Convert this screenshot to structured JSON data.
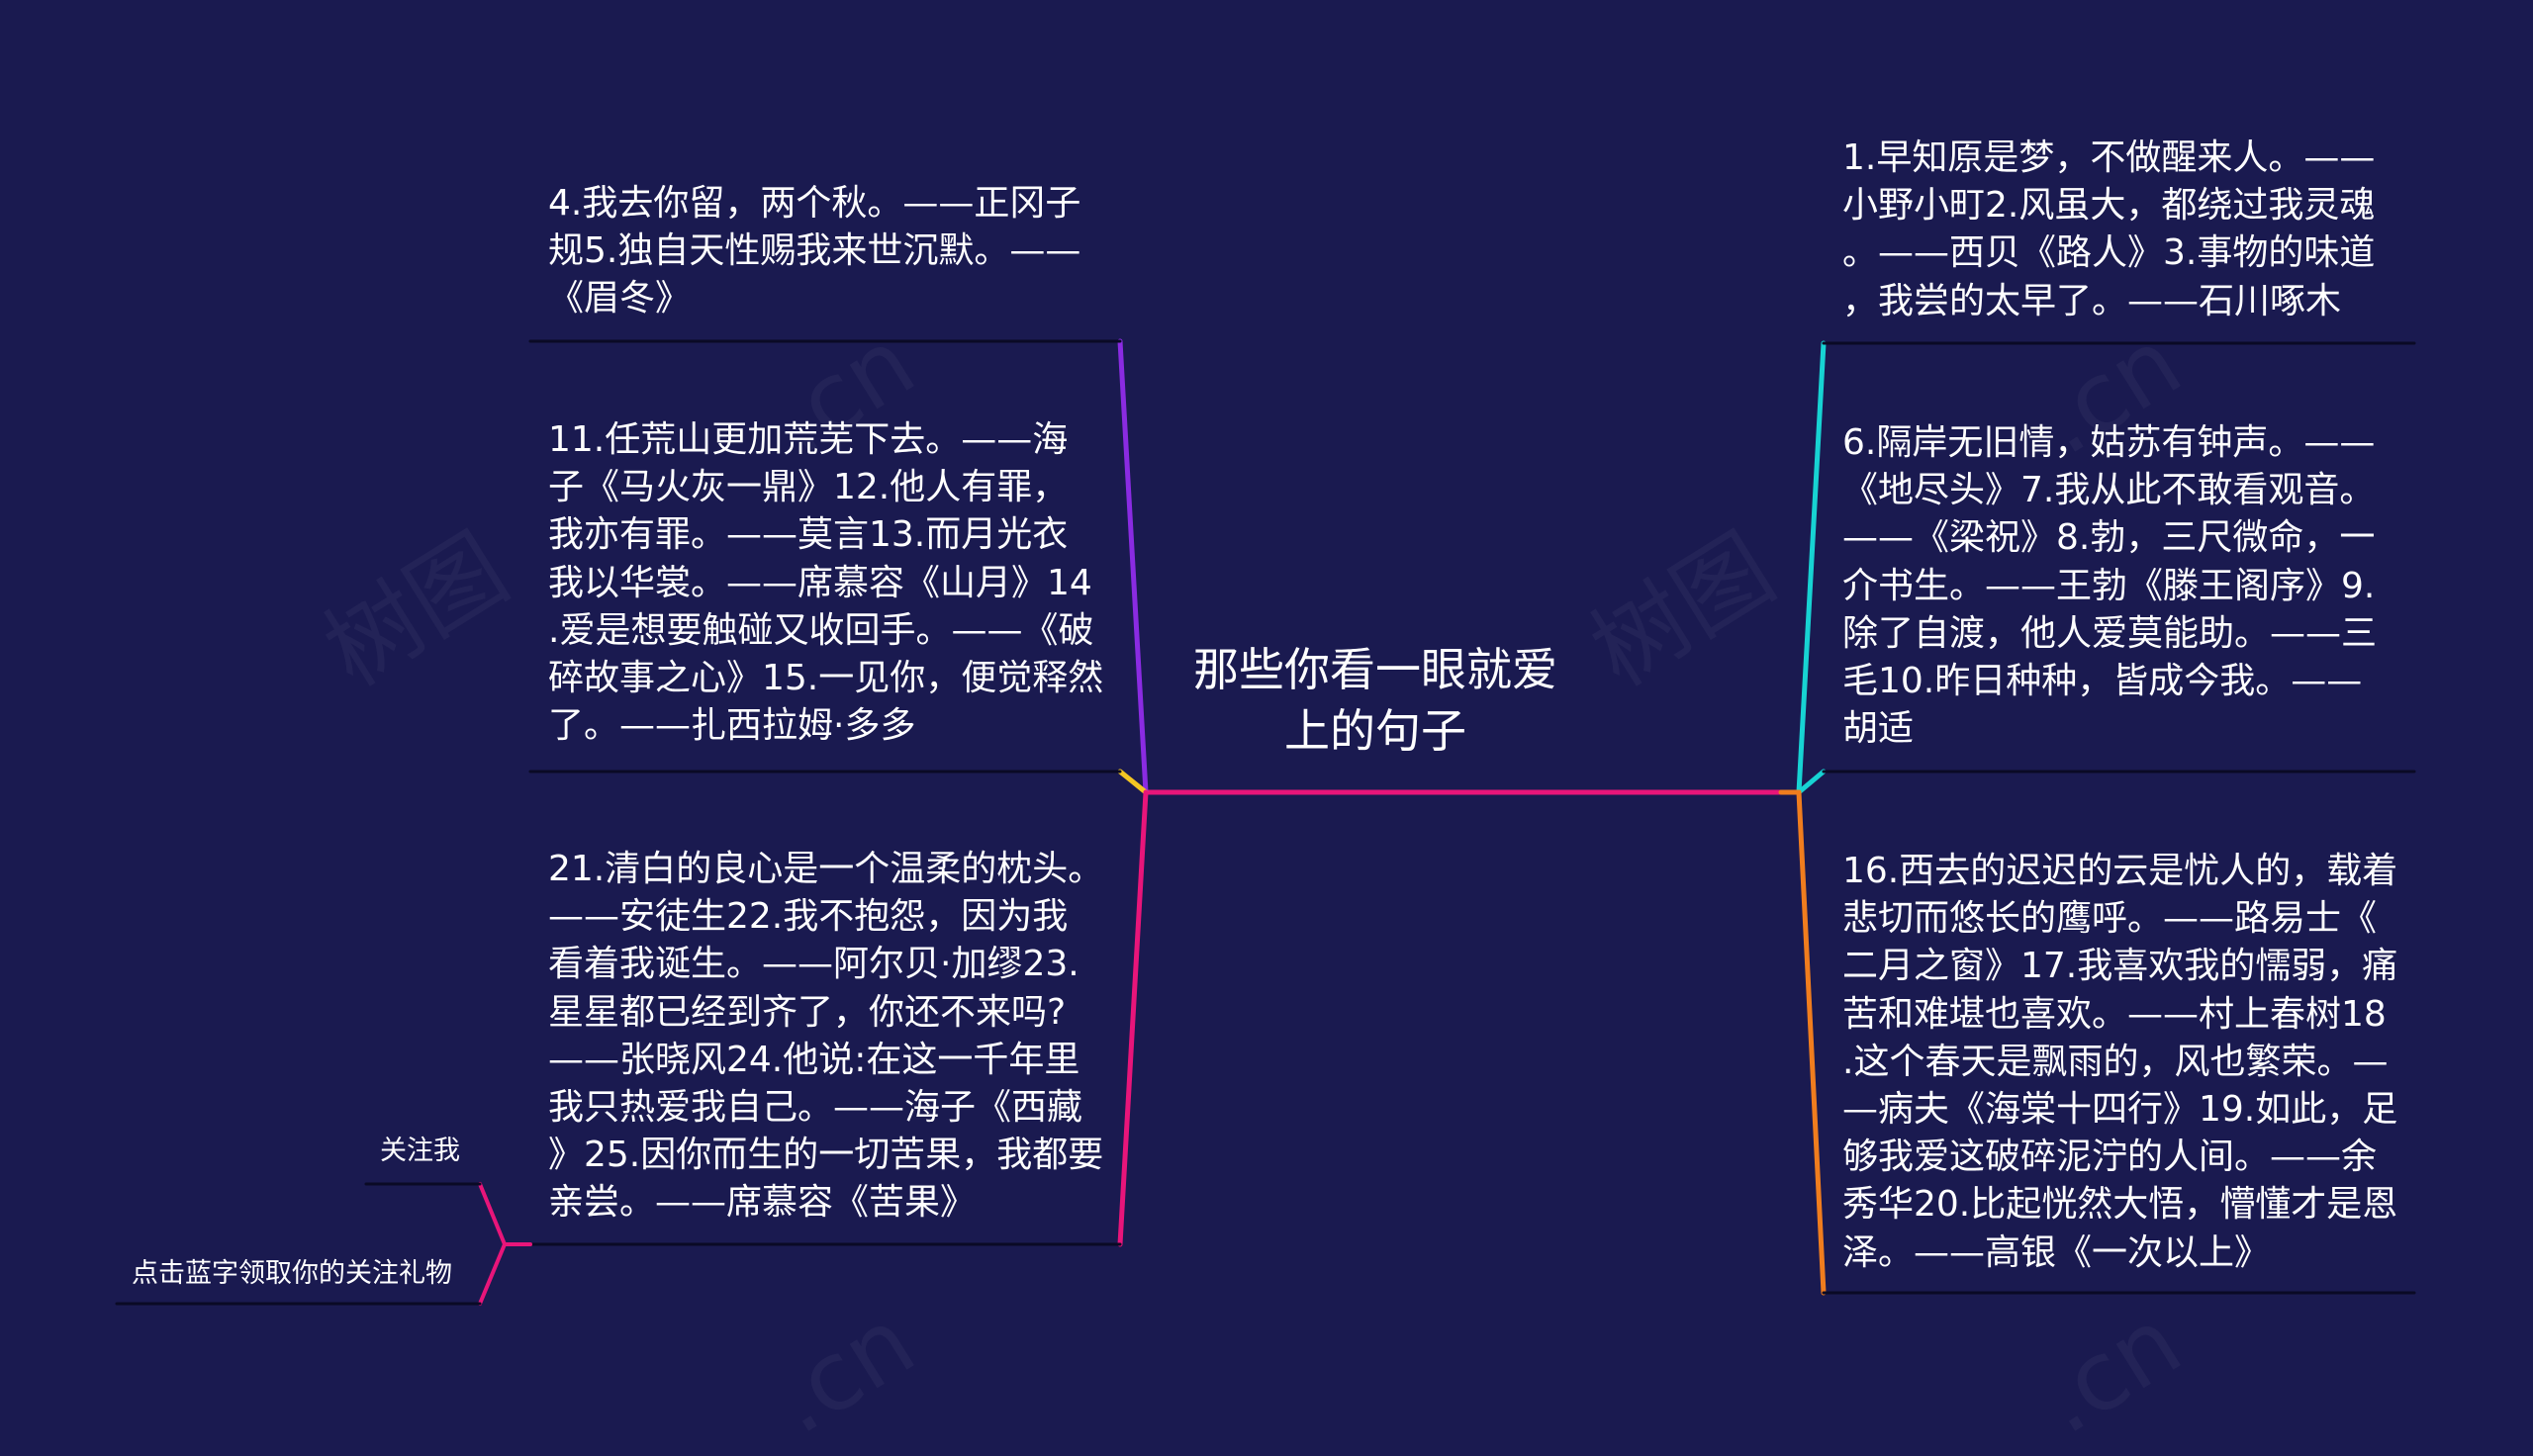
{
  "title": "那些你看一眼就爱上的句子",
  "colors": {
    "background": "#1a1a50",
    "line_main": "#e8157a",
    "line_purple": "#8a2be2",
    "line_cyan": "#17d3d3",
    "line_orange": "#f07d1e",
    "line_yellow": "#f3c623",
    "underline": "#0a0a25"
  },
  "left": {
    "node1": "4.我去你留，两个秋。——正冈子\n规5.独自天性赐我来世沉默。——\n《眉冬》",
    "node2": "11.任荒山更加荒芜下去。——海\n子《马火灰一鼎》12.他人有罪，\n我亦有罪。——莫言13.而月光衣\n我以华裳。——席慕容《山月》14\n.爱是想要触碰又收回手。——《破\n碎故事之心》15.一见你，便觉释然\n了。——扎西拉姆·多多",
    "node3": "21.清白的良心是一个温柔的枕头。\n——安徒生22.我不抱怨，因为我\n看着我诞生。——阿尔贝·加缪23.\n星星都已经到齐了，你还不来吗?\n——张晓风24.他说:在这一千年里\n我只热爱我自己。——海子《西藏\n》25.因你而生的一切苦果，我都要\n亲尝。——席慕容《苦果》"
  },
  "right": {
    "node1": "1.早知原是梦，不做醒来人。——\n小野小町2.风虽大，都绕过我灵魂\n。——西贝《路人》3.事物的味道\n，我尝的太早了。——石川啄木",
    "node2": "6.隔岸无旧情，姑苏有钟声。——\n《地尽头》7.我从此不敢看观音。\n——《梁祝》8.勃，三尺微命，一\n介书生。——王勃《滕王阁序》9.\n除了自渡，他人爱莫能助。——三\n毛10.昨日种种，皆成今我。——\n胡适",
    "node3": "16.西去的迟迟的云是忧人的，载着\n悲切而悠长的鹰呼。——路易士《\n二月之窗》17.我喜欢我的懦弱，痛\n苦和难堪也喜欢。——村上春树18\n.这个春天是飘雨的，风也繁荣。—\n—病夫《海棠十四行》19.如此，足\n够我爱这破碎泥泞的人间。——余\n秀华20.比起恍然大悟，懵懂才是恩\n泽。——高银《一次以上》"
  },
  "extra": {
    "follow": "关注我",
    "gift": "点击蓝字领取你的关注礼物"
  }
}
